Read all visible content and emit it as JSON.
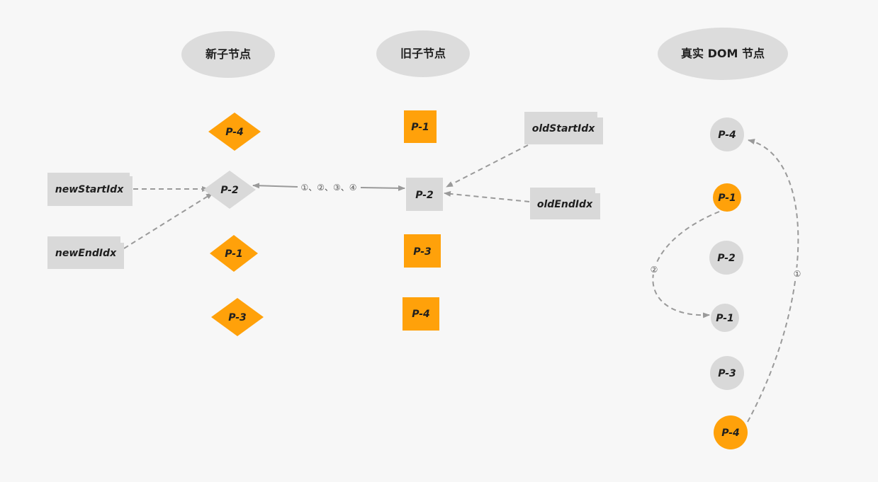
{
  "headers": {
    "new_children": "新子节点",
    "old_children": "旧子节点",
    "real_dom": "真实 DOM 节点"
  },
  "new_nodes": [
    "P-4",
    "P-2",
    "P-1",
    "P-3"
  ],
  "old_nodes": [
    "P-1",
    "P-2",
    "P-3",
    "P-4"
  ],
  "dom_nodes": [
    "P-4",
    "P-1",
    "P-2",
    "P-1",
    "P-3",
    "P-4"
  ],
  "pointers": {
    "new_start": "newStartIdx",
    "new_end": "newEndIdx",
    "old_start": "oldStartIdx",
    "old_end": "oldEndIdx"
  },
  "compare_label": "①、②、③、④",
  "move_labels": {
    "move_1": "①",
    "move_2": "②"
  },
  "colors": {
    "background": "#f7f7f7",
    "highlight": "#ffa10a",
    "neutral": "#d9d9d9",
    "header_fill": "#dcdcdc",
    "connector": "#9a9a9a",
    "text": "#1f1f1f"
  }
}
